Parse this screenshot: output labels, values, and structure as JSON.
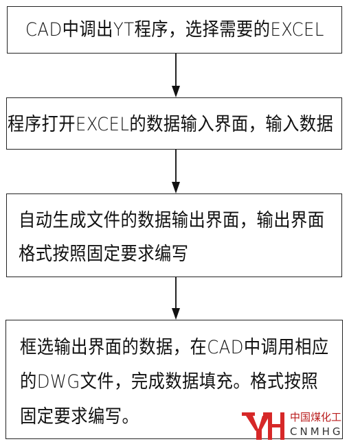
{
  "flowchart": {
    "steps": [
      {
        "lines": [
          "CAD中调出YT程序，选择需要的EXCEL"
        ]
      },
      {
        "lines": [
          "程序打开EXCEL的数据输入界面，输入数据"
        ]
      },
      {
        "lines": [
          "自动生成文件的数据输出界面，输出界面",
          "格式按照固定要求编写"
        ]
      },
      {
        "lines": [
          "框选输出界面的数据，在CAD中调用相应",
          "的DWG文件，完成数据填充。格式按照",
          "固定要求编写。"
        ]
      }
    ]
  },
  "watermark": {
    "name_cn": "中国煤化工",
    "name_en": "CNMHG",
    "colors": {
      "logo": "#d62828",
      "text_cn": "#b91c1c",
      "text_en": "#333333"
    }
  },
  "colors": {
    "stroke": "#222222",
    "background": "#ffffff"
  }
}
